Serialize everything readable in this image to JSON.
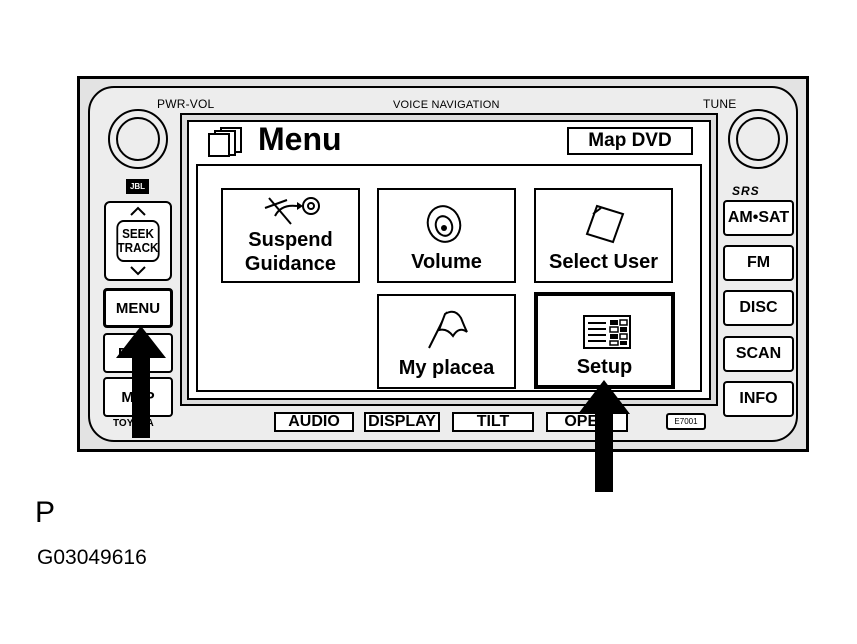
{
  "panel": {
    "pwr_vol": "PWR-VOL",
    "voice_navigation": "VOICE NAVIGATION",
    "tune": "TUNE",
    "jbl": "JBL",
    "right_brand": "SRS",
    "brand": "TOYOTA"
  },
  "left_buttons": {
    "seek_line1": "SEEK",
    "seek_line2": "TRACK",
    "menu": "MENU",
    "dest": "DEST",
    "map": "MAP"
  },
  "screen": {
    "title": "Menu",
    "map_dvd": "Map DVD",
    "tiles": {
      "suspend_guidance": "Suspend\nGuidance",
      "volume": "Volume",
      "select_user": "Select User",
      "my_places": "My placea",
      "setup": "Setup"
    }
  },
  "right_buttons": {
    "am_sat": "AM•SAT",
    "fm": "FM",
    "disc": "DISC",
    "scan": "SCAN",
    "info": "INFO"
  },
  "bottom_buttons": {
    "audio": "AUDIO",
    "display": "DISPLAY",
    "tilt": "TILT",
    "open": "OPEN"
  },
  "e_code": "E7001",
  "caption": {
    "letter": "P",
    "code": "G03049616"
  }
}
